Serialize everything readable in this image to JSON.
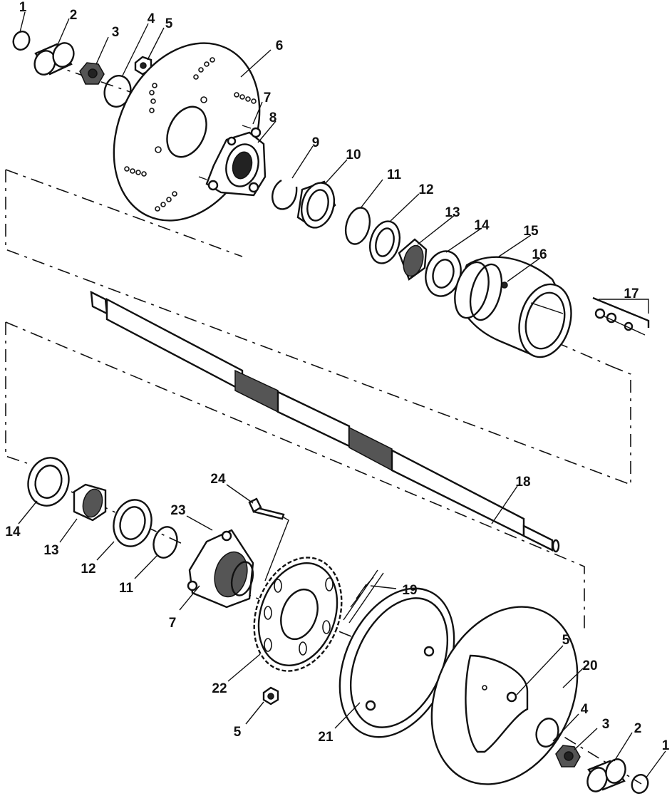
{
  "diagram": {
    "type": "exploded-parts-view",
    "callouts": [
      {
        "id": "c1a",
        "text": "1"
      },
      {
        "id": "c2a",
        "text": "2"
      },
      {
        "id": "c3a",
        "text": "3"
      },
      {
        "id": "c4a",
        "text": "4"
      },
      {
        "id": "c5a",
        "text": "5"
      },
      {
        "id": "c6",
        "text": "6"
      },
      {
        "id": "c7a",
        "text": "7"
      },
      {
        "id": "c8",
        "text": "8"
      },
      {
        "id": "c9",
        "text": "9"
      },
      {
        "id": "c10",
        "text": "10"
      },
      {
        "id": "c11a",
        "text": "11"
      },
      {
        "id": "c12a",
        "text": "12"
      },
      {
        "id": "c13a",
        "text": "13"
      },
      {
        "id": "c14a",
        "text": "14"
      },
      {
        "id": "c15",
        "text": "15"
      },
      {
        "id": "c16",
        "text": "16"
      },
      {
        "id": "c17",
        "text": "17"
      },
      {
        "id": "c18",
        "text": "18"
      },
      {
        "id": "c14b",
        "text": "14"
      },
      {
        "id": "c13b",
        "text": "13"
      },
      {
        "id": "c12b",
        "text": "12"
      },
      {
        "id": "c11b",
        "text": "11"
      },
      {
        "id": "c24",
        "text": "24"
      },
      {
        "id": "c23",
        "text": "23"
      },
      {
        "id": "c7b",
        "text": "7"
      },
      {
        "id": "c19",
        "text": "19"
      },
      {
        "id": "c22",
        "text": "22"
      },
      {
        "id": "c5b",
        "text": "5"
      },
      {
        "id": "c21",
        "text": "21"
      },
      {
        "id": "c5c",
        "text": "5"
      },
      {
        "id": "c20",
        "text": "20"
      },
      {
        "id": "c4b",
        "text": "4"
      },
      {
        "id": "c3b",
        "text": "3"
      },
      {
        "id": "c2b",
        "text": "2"
      },
      {
        "id": "c1b",
        "text": "1"
      }
    ]
  }
}
